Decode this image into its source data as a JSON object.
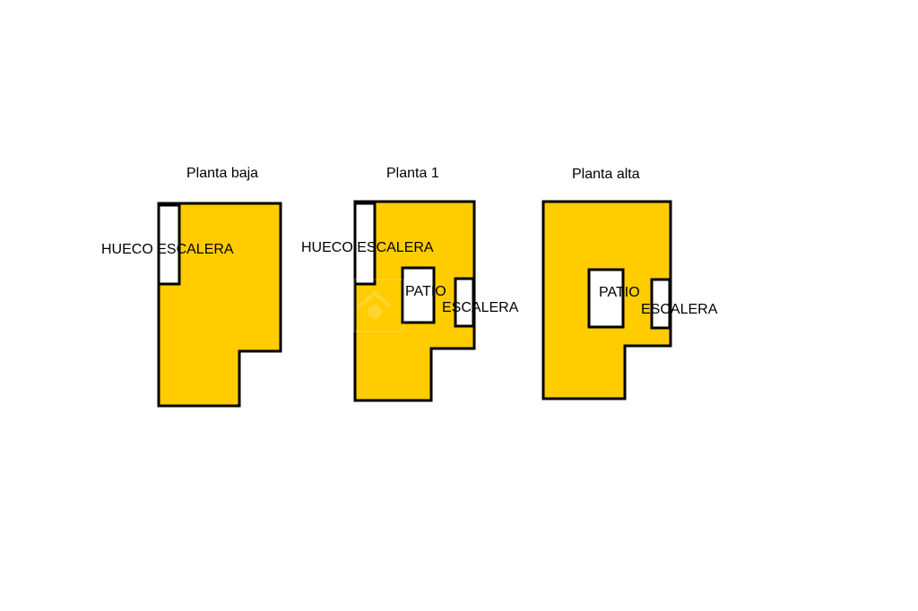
{
  "colors": {
    "floor_fill": "#FFCC00",
    "outline": "#000000",
    "room_fill": "#FFFFFF",
    "background": "#FFFFFF"
  },
  "plans": [
    {
      "title": "Planta baja",
      "labels": {
        "stair_void": "HUECO ESCALERA"
      }
    },
    {
      "title": "Planta 1",
      "labels": {
        "stair_void": "HUECO ESCALERA",
        "patio": "PATIO",
        "stairs": "ESCALERA"
      }
    },
    {
      "title": "Planta alta",
      "labels": {
        "patio": "PATIO",
        "stairs": "ESCALERA"
      }
    }
  ],
  "watermark": {
    "icon": "house-logo-icon"
  }
}
